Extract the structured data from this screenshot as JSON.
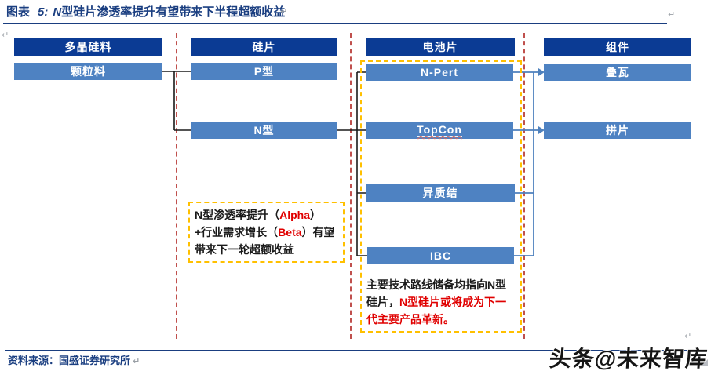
{
  "caption": {
    "label": "图表",
    "number": "5:",
    "title_n": "N",
    "title_rest": "型硅片渗透率提升有望带来下半程超额收益"
  },
  "columns": [
    {
      "header": "多晶硅料",
      "items": [
        "颗粒料"
      ]
    },
    {
      "header": "硅片",
      "items": [
        "P型",
        "N型"
      ]
    },
    {
      "header": "电池片",
      "items": [
        "N-Pert",
        "TopCon",
        "异质结",
        "IBC"
      ]
    },
    {
      "header": "组件",
      "items": [
        "叠瓦",
        "拼片"
      ]
    }
  ],
  "alpha_note": {
    "line1_pre": "N型渗透率提升（",
    "alpha": "Alpha",
    "line1_post": "）",
    "line2_pre": "+行业需求增长（",
    "beta": "Beta",
    "line2_post": "）有",
    "line3": "望带来下一轮超额收益"
  },
  "tech_note": {
    "black": "主要技术路线储备均指向N型硅片，",
    "red": "N型硅片或将成为下一代主要产品革新。"
  },
  "source_line": "资料来源：国盛证券研究所",
  "watermark": "头条@未来智库",
  "marks": {
    "pilcrow": "↵"
  },
  "colors": {
    "header_blue": "#0b3b94",
    "item_blue": "#4e82c2",
    "separator_red": "#c0504d",
    "annotation_yellow": "#ffc000",
    "highlight_red": "#e00000",
    "title_navy": "#1a3e80",
    "connector_black": "#1a1a1a",
    "connector_blue": "#4e81bd"
  }
}
